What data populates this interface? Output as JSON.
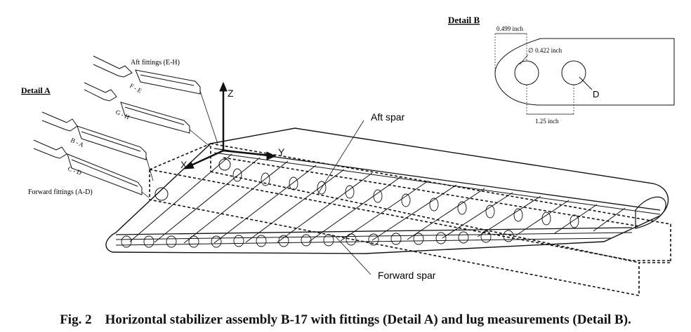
{
  "caption": {
    "number": "Fig. 2",
    "text": "Horizontal stabilizer assembly B-17 with fittings (Detail A) and lug measurements (Detail B)."
  },
  "detail_a": {
    "title": "Detail A",
    "aft_fittings_label": "Aft fittings  (E-H)",
    "forward_fittings_label": "Forward fittings  (A-D)",
    "fitting_labels": [
      "F - E",
      "G - H",
      "B - A",
      "C - D"
    ]
  },
  "detail_b": {
    "title": "Detail B",
    "dim_edge": "0.499  inch",
    "dim_hole": "∅ 0.422  inch",
    "dim_spacing": "1.25  inch",
    "hole_label": "D"
  },
  "axes": {
    "z": "Z",
    "y": "Y",
    "x": "X"
  },
  "spars": {
    "aft": "Aft spar",
    "forward": "Forward spar"
  }
}
